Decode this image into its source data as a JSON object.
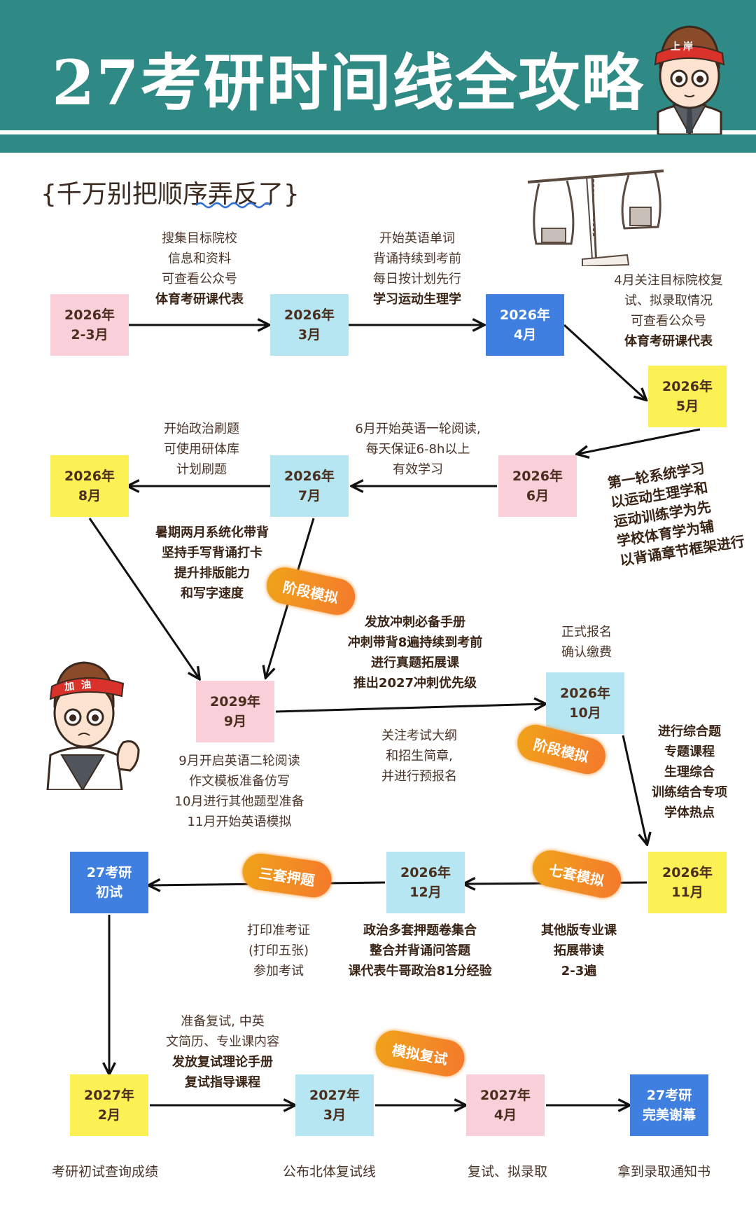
{
  "header": {
    "title": "27考研时间线全攻略",
    "badge": "上岸"
  },
  "subtitle": "{千万别把顺序弄反了}",
  "cheer_badge": "加油",
  "nodes": {
    "n1": {
      "line1": "2026年",
      "line2": "2-3月"
    },
    "n2": {
      "line1": "2026年",
      "line2": "3月"
    },
    "n3": {
      "line1": "2026年",
      "line2": "4月"
    },
    "n4": {
      "line1": "2026年",
      "line2": "5月"
    },
    "n5": {
      "line1": "2026年",
      "line2": "6月"
    },
    "n6": {
      "line1": "2026年",
      "line2": "7月"
    },
    "n7": {
      "line1": "2026年",
      "line2": "8月"
    },
    "n8": {
      "line1": "2029年",
      "line2": "9月"
    },
    "n9": {
      "line1": "2026年",
      "line2": "10月"
    },
    "n10": {
      "line1": "2026年",
      "line2": "11月"
    },
    "n11": {
      "line1": "2026年",
      "line2": "12月"
    },
    "n12": {
      "line1": "27考研",
      "line2": "初试"
    },
    "n13": {
      "line1": "2027年",
      "line2": "2月"
    },
    "n14": {
      "line1": "2027年",
      "line2": "3月"
    },
    "n15": {
      "line1": "2027年",
      "line2": "4月"
    },
    "n16": {
      "line1": "27考研",
      "line2": "完美谢幕"
    }
  },
  "notes": {
    "a": [
      "搜集目标院校",
      "信息和资料",
      "可查看公众号",
      "体育考研课代表"
    ],
    "b": [
      "开始英语单词",
      "背诵持续到考前",
      "每日按计划先行",
      "学习运动生理学"
    ],
    "c": [
      "4月关注目标院校复",
      "试、拟录取情况",
      "可查看公众号",
      "体育考研课代表"
    ],
    "d": [
      "第一轮系统学习",
      "以运动生理学和",
      "运动训练学为先",
      "学校体育学为辅",
      "以背诵章节框架进行"
    ],
    "e": [
      "6月开始英语一轮阅读,",
      "每天保证6-8h以上",
      "有效学习"
    ],
    "f": [
      "开始政治刷题",
      "可使用研体库",
      "计划刷题"
    ],
    "g": [
      "暑期两月系统化带背",
      "坚持手写背诵打卡",
      "提升排版能力",
      "和写字速度"
    ],
    "h": [
      "发放冲刺必备手册",
      "冲刺带背8遍持续到考前",
      "进行真题拓展课",
      "推出2027冲刺优先级"
    ],
    "i": [
      "正式报名",
      "确认缴费"
    ],
    "j": [
      "9月开启英语二轮阅读",
      "作文模板准备仿写",
      "10月进行其他题型准备",
      "11月开始英语模拟"
    ],
    "k": [
      "关注考试大纲",
      "和招生简章,",
      "并进行预报名"
    ],
    "l": [
      "进行综合题",
      "专题课程",
      "生理综合",
      "训练结合专项",
      "学体热点"
    ],
    "m": [
      "打印准考证",
      "(打印五张)",
      "参加考试"
    ],
    "n": [
      "政治多套押题卷集合",
      "整合并背诵问答题",
      "课代表牛哥政治81分经验"
    ],
    "o": [
      "其他版专业课",
      "拓展带读",
      "2-3遍"
    ],
    "p": [
      "准备复试, 中英",
      "文简历、专业课内容",
      "发放复试理论手册",
      "复试指导课程"
    ]
  },
  "tags": {
    "t1": "阶段模拟",
    "t2": "阶段模拟",
    "t3": "三套押题",
    "t4": "七套模拟",
    "t5": "模拟复试"
  },
  "bottom_labels": [
    "考研初试查询成绩",
    "公布北体复试线",
    "复试、拟录取",
    "拿到录取通知书"
  ]
}
